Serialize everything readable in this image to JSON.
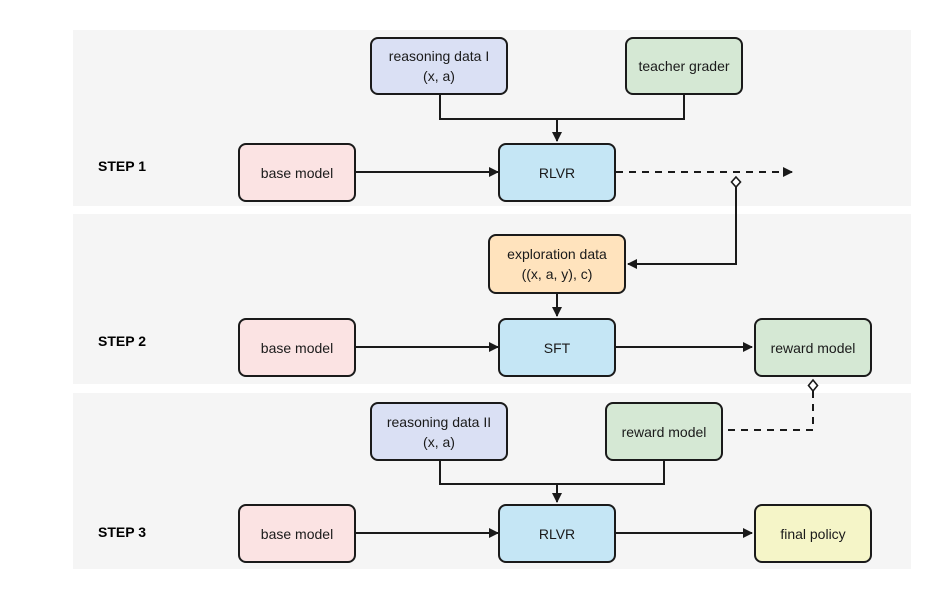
{
  "steps": {
    "s1": "STEP 1",
    "s2": "STEP 2",
    "s3": "STEP 3"
  },
  "nodes": {
    "reasoning_1": {
      "line1": "reasoning data I",
      "line2": "(x, a)"
    },
    "teacher_grader": "teacher grader",
    "base_model_1": "base model",
    "rlvr_1": "RLVR",
    "exploration": {
      "line1": "exploration data",
      "line2": "((x, a, y), c)"
    },
    "base_model_2": "base model",
    "sft": "SFT",
    "reward_model_2": "reward model",
    "reasoning_2": {
      "line1": "reasoning data II",
      "line2": "(x, a)"
    },
    "reward_model_3": "reward model",
    "base_model_3": "base model",
    "rlvr_3": "RLVR",
    "final_policy": "final policy"
  },
  "colors": {
    "band": "#f5f5f5",
    "reasoning": "#dae0f4",
    "grader": "#d5e8d4",
    "base": "#fbe3e3",
    "rlvr": "#c5e6f5",
    "exploration": "#ffe3bd",
    "reward": "#d5e8d4",
    "final": "#f5f5c8",
    "stroke": "#1a1a1a"
  }
}
